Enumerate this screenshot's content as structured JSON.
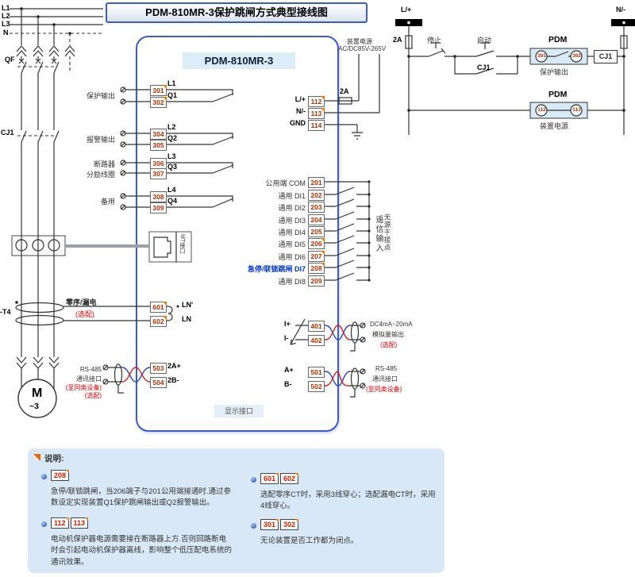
{
  "title": "PDM-810MR-3保护跳闸方式典型接线图",
  "colors": {
    "accent": "#3b5bd6",
    "red": "#e60000",
    "terminal_number": "#b03000",
    "orange": "#f07800",
    "note_bg": "#d9e8f7"
  },
  "device": {
    "name": "PDM-810MR-3",
    "mt_port": "MT接口",
    "display_port": "显示接口"
  },
  "feeder": {
    "phases": [
      "L1",
      "L2",
      "L3",
      "N"
    ],
    "breaker": "QF",
    "contactor": "CJ1",
    "ct": "-T4",
    "motor": "M",
    "motor_phase": "~3"
  },
  "outputs": {
    "groups": [
      {
        "label": "保护输出",
        "rows": [
          {
            "no": "301",
            "tag": "L1"
          },
          {
            "no": "302",
            "tag": "Q1"
          }
        ]
      },
      {
        "label": "报警输出",
        "rows": [
          {
            "no": "304",
            "tag": "L2"
          },
          {
            "no": "305",
            "tag": "Q2"
          }
        ]
      },
      {
        "label": "断路器",
        "label2": "分励线圈",
        "rows": [
          {
            "no": "306",
            "tag": "L3"
          },
          {
            "no": "307",
            "tag": "Q3"
          }
        ]
      },
      {
        "label": "备用",
        "rows": [
          {
            "no": "308",
            "tag": "L4"
          },
          {
            "no": "309",
            "tag": "Q4"
          }
        ]
      }
    ]
  },
  "zero_seq": {
    "label": "零序/漏电",
    "optional": "(选配)",
    "rows": [
      {
        "no": "601",
        "tag": "LN'"
      },
      {
        "no": "602",
        "tag": "LN"
      }
    ]
  },
  "comm_left": {
    "lines": [
      "RS-485",
      "通讯接口",
      "(至同类设备)",
      "(选配)"
    ],
    "rows": [
      {
        "no": "503",
        "tag": "2A+"
      },
      {
        "no": "504",
        "tag": "2B-"
      }
    ]
  },
  "power_in": {
    "title": "装置电源",
    "range": "AC/DC85V-265V",
    "fuse": "2A",
    "rows": [
      {
        "no": "112",
        "tag": "L/+"
      },
      {
        "no": "113",
        "tag": "N/-"
      },
      {
        "no": "114",
        "tag": "GND"
      }
    ]
  },
  "di": {
    "side1": "遥信输入",
    "side2": "无源干接点",
    "rows": [
      {
        "no": "201",
        "tag": "公用端 COM"
      },
      {
        "no": "202",
        "tag": "通用 DI1"
      },
      {
        "no": "203",
        "tag": "通用 DI2"
      },
      {
        "no": "204",
        "tag": "通用 DI3"
      },
      {
        "no": "205",
        "tag": "通用 DI4"
      },
      {
        "no": "206",
        "tag": "通用 DI5"
      },
      {
        "no": "207",
        "tag": "通用 DI6"
      },
      {
        "no": "208",
        "tag": "急停/联锁跳闸 DI7"
      },
      {
        "no": "209",
        "tag": "通用 DI8"
      }
    ]
  },
  "analog": {
    "rows": [
      {
        "no": "401",
        "tag": "I+"
      },
      {
        "no": "402",
        "tag": "I-"
      }
    ],
    "lines": [
      "DC4mA~20mA",
      "模拟量输出",
      "(选配)"
    ]
  },
  "comm_right": {
    "rows": [
      {
        "no": "501",
        "tag": "A+"
      },
      {
        "no": "502",
        "tag": "B-"
      }
    ],
    "lines": [
      "RS-485",
      "通讯接口",
      "(至同类设备)"
    ]
  },
  "control": {
    "bus_left": "L/+",
    "bus_right": "N/-",
    "fuse": "2A",
    "stop": "停止",
    "start": "启动",
    "hold": "CJ1",
    "coil": "CJ1",
    "pdm1": {
      "name": "PDM",
      "t1": "301",
      "t2": "302",
      "caption": "保护输出"
    },
    "pdm2": {
      "name": "PDM",
      "t1": "112",
      "t2": "113",
      "caption": "装置电源"
    }
  },
  "notes": {
    "header": "说明:",
    "items": [
      {
        "badges": [
          "208"
        ],
        "text": "急停/联锁跳闸，当206端子与201公用端接通时.通过参数设定实现装置Q1保护跳闸输出或Q2报警输出。"
      },
      {
        "badges": [
          "112",
          "113"
        ],
        "text": "电动机保护器电源需要接在断路器上方.否则回路断电时会引起电动机保护器离线，影响整个低压配电系统的通讯效果。"
      },
      {
        "badges": [
          "601",
          "602"
        ],
        "text": "选配零序CT时，采用3线穿心；选配漏电CT时，采用4线穿心。"
      },
      {
        "badges": [
          "301",
          "302"
        ],
        "text": "无论装置是否工作都为闭点。"
      }
    ]
  }
}
